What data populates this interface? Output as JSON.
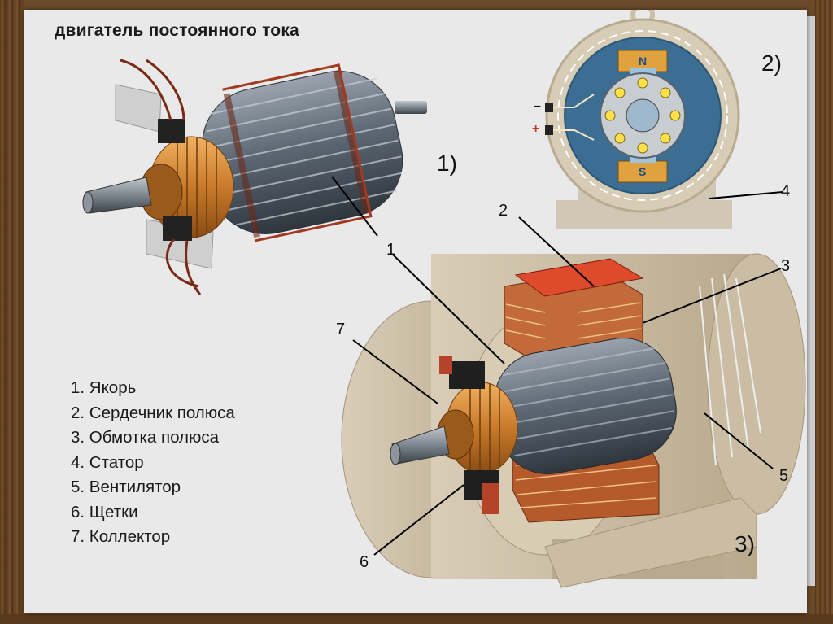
{
  "title": "двигатель постоянного тока",
  "views": {
    "view1": "1)",
    "view2": "2)",
    "view3": "3)"
  },
  "pole_marks": {
    "north": "N",
    "south": "S"
  },
  "terminals": {
    "minus": "–",
    "plus": "+"
  },
  "callouts": [
    "1",
    "2",
    "3",
    "4",
    "5",
    "6",
    "7"
  ],
  "legend": [
    "1. Якорь",
    "2. Сердечник полюса",
    "3. Обмотка полюса",
    "4. Статор",
    "5. Вентилятор",
    "6. Щетки",
    "7. Коллектор"
  ],
  "colors": {
    "copper": "#c87a2a",
    "pole_red": "#d9442c",
    "armature": "#5d6874",
    "stator_blue": "#3c6e94"
  }
}
